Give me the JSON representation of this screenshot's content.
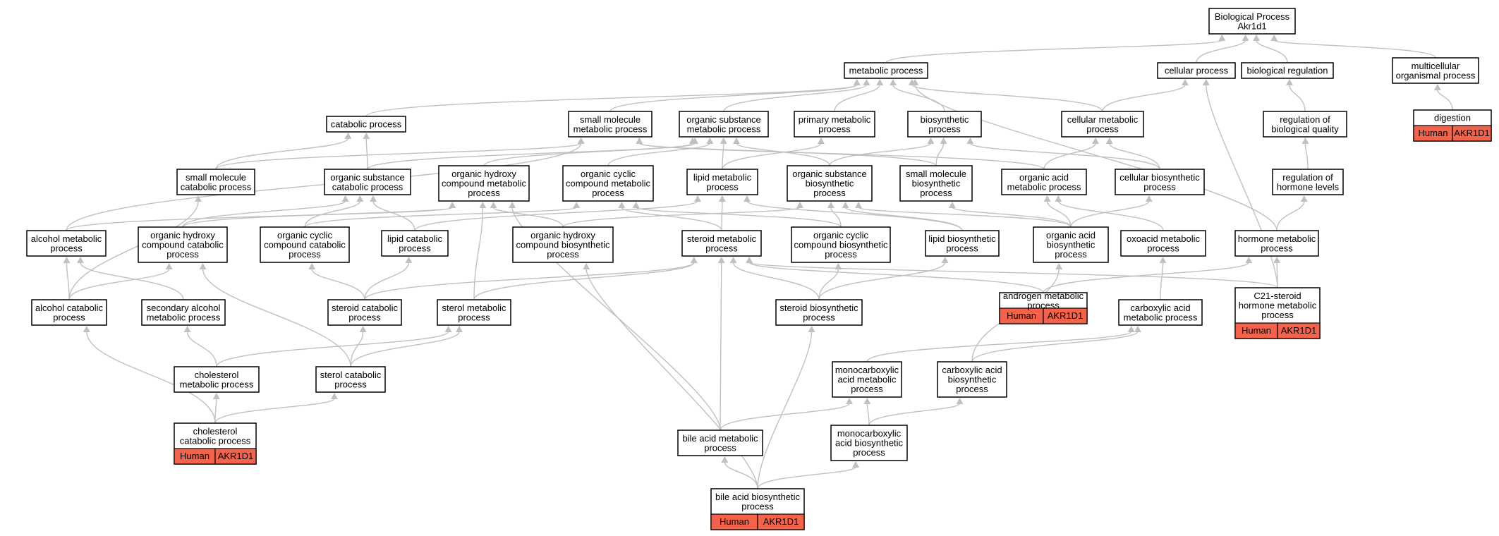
{
  "colors": {
    "edge": "#c0c0c0",
    "annotation": "#f4624a",
    "border": "#000000",
    "node_fill": "#ffffff"
  },
  "annotation_labels": {
    "species": "Human",
    "gene": "AKR1D1"
  },
  "nodes": [
    {
      "id": "bp",
      "lines": [
        "Biological Process",
        "Akr1d1"
      ]
    },
    {
      "id": "mp",
      "lines": [
        "metabolic process"
      ]
    },
    {
      "id": "cellp",
      "lines": [
        "cellular process"
      ]
    },
    {
      "id": "breg",
      "lines": [
        "biological regulation"
      ]
    },
    {
      "id": "mop",
      "lines": [
        "multicellular",
        "organismal process"
      ]
    },
    {
      "id": "dig",
      "lines": [
        "digestion"
      ],
      "annotated": true
    },
    {
      "id": "catp",
      "lines": [
        "catabolic process"
      ]
    },
    {
      "id": "smmp",
      "lines": [
        "small molecule",
        "metabolic process"
      ]
    },
    {
      "id": "osmp",
      "lines": [
        "organic substance",
        "metabolic process"
      ]
    },
    {
      "id": "pmp",
      "lines": [
        "primary metabolic",
        "process"
      ]
    },
    {
      "id": "bsp",
      "lines": [
        "biosynthetic",
        "process"
      ]
    },
    {
      "id": "cmp",
      "lines": [
        "cellular metabolic",
        "process"
      ]
    },
    {
      "id": "rbq",
      "lines": [
        "regulation of",
        "biological quality"
      ]
    },
    {
      "id": "smcp",
      "lines": [
        "small molecule",
        "catabolic process"
      ]
    },
    {
      "id": "oscp",
      "lines": [
        "organic substance",
        "catabolic process"
      ]
    },
    {
      "id": "ohcmp",
      "lines": [
        "organic hydroxy",
        "compound metabolic",
        "process"
      ]
    },
    {
      "id": "occmp",
      "lines": [
        "organic cyclic",
        "compound metabolic",
        "process"
      ]
    },
    {
      "id": "lmp",
      "lines": [
        "lipid metabolic",
        "process"
      ]
    },
    {
      "id": "osbp",
      "lines": [
        "organic substance",
        "biosynthetic",
        "process"
      ]
    },
    {
      "id": "smbp",
      "lines": [
        "small molecule",
        "biosynthetic",
        "process"
      ]
    },
    {
      "id": "oamp",
      "lines": [
        "organic acid",
        "metabolic process"
      ]
    },
    {
      "id": "cbp",
      "lines": [
        "cellular biosynthetic",
        "process"
      ]
    },
    {
      "id": "rhl",
      "lines": [
        "regulation of",
        "hormone levels"
      ]
    },
    {
      "id": "almp",
      "lines": [
        "alcohol metabolic",
        "process"
      ]
    },
    {
      "id": "ohccp",
      "lines": [
        "organic hydroxy",
        "compound catabolic",
        "process"
      ]
    },
    {
      "id": "occcp",
      "lines": [
        "organic cyclic",
        "compound catabolic",
        "process"
      ]
    },
    {
      "id": "lcp",
      "lines": [
        "lipid catabolic",
        "process"
      ]
    },
    {
      "id": "ohcbp",
      "lines": [
        "organic hydroxy",
        "compound biosynthetic",
        "process"
      ]
    },
    {
      "id": "stmp",
      "lines": [
        "steroid metabolic",
        "process"
      ]
    },
    {
      "id": "occbp",
      "lines": [
        "organic cyclic",
        "compound biosynthetic",
        "process"
      ]
    },
    {
      "id": "lbp",
      "lines": [
        "lipid biosynthetic",
        "process"
      ]
    },
    {
      "id": "oabp",
      "lines": [
        "organic acid",
        "biosynthetic",
        "process"
      ]
    },
    {
      "id": "oxmp",
      "lines": [
        "oxoacid metabolic",
        "process"
      ]
    },
    {
      "id": "hmp",
      "lines": [
        "hormone metabolic",
        "process"
      ]
    },
    {
      "id": "alcp",
      "lines": [
        "alcohol catabolic",
        "process"
      ]
    },
    {
      "id": "samp",
      "lines": [
        "secondary alcohol",
        "metabolic process"
      ]
    },
    {
      "id": "stcp",
      "lines": [
        "steroid catabolic",
        "process"
      ]
    },
    {
      "id": "srmp",
      "lines": [
        "sterol metabolic",
        "process"
      ]
    },
    {
      "id": "stbp",
      "lines": [
        "steroid biosynthetic",
        "process"
      ]
    },
    {
      "id": "anmp",
      "lines": [
        "androgen metabolic",
        "process"
      ],
      "annotated": true
    },
    {
      "id": "camp",
      "lines": [
        "carboxylic acid",
        "metabolic process"
      ]
    },
    {
      "id": "c21",
      "lines": [
        "C21-steroid",
        "hormone metabolic",
        "process"
      ],
      "annotated": true
    },
    {
      "id": "chmp",
      "lines": [
        "cholesterol",
        "metabolic process"
      ]
    },
    {
      "id": "srcp",
      "lines": [
        "sterol catabolic",
        "process"
      ]
    },
    {
      "id": "mcmp",
      "lines": [
        "monocarboxylic",
        "acid metabolic",
        "process"
      ]
    },
    {
      "id": "cabp",
      "lines": [
        "carboxylic acid",
        "biosynthetic",
        "process"
      ]
    },
    {
      "id": "chcp",
      "lines": [
        "cholesterol",
        "catabolic process"
      ],
      "annotated": true
    },
    {
      "id": "bamp",
      "lines": [
        "bile acid metabolic",
        "process"
      ]
    },
    {
      "id": "mcbp",
      "lines": [
        "monocarboxylic",
        "acid biosynthetic",
        "process"
      ]
    },
    {
      "id": "babp",
      "lines": [
        "bile acid biosynthetic",
        "process"
      ],
      "annotated": true
    }
  ],
  "edges": [
    [
      "mp",
      "bp"
    ],
    [
      "cellp",
      "bp"
    ],
    [
      "breg",
      "bp"
    ],
    [
      "mop",
      "bp"
    ],
    [
      "dig",
      "mop"
    ],
    [
      "catp",
      "mp"
    ],
    [
      "smmp",
      "mp"
    ],
    [
      "osmp",
      "mp"
    ],
    [
      "pmp",
      "mp"
    ],
    [
      "bsp",
      "mp"
    ],
    [
      "cmp",
      "mp"
    ],
    [
      "cmp",
      "cellp"
    ],
    [
      "rbq",
      "breg"
    ],
    [
      "rhl",
      "rbq"
    ],
    [
      "smcp",
      "catp"
    ],
    [
      "smcp",
      "smmp"
    ],
    [
      "oscp",
      "catp"
    ],
    [
      "oscp",
      "osmp"
    ],
    [
      "ohcmp",
      "osmp"
    ],
    [
      "occmp",
      "osmp"
    ],
    [
      "lmp",
      "osmp"
    ],
    [
      "lmp",
      "pmp"
    ],
    [
      "osbp",
      "osmp"
    ],
    [
      "osbp",
      "bsp"
    ],
    [
      "smbp",
      "smmp"
    ],
    [
      "smbp",
      "bsp"
    ],
    [
      "oamp",
      "smmp"
    ],
    [
      "oamp",
      "cmp"
    ],
    [
      "cbp",
      "cmp"
    ],
    [
      "cbp",
      "bsp"
    ],
    [
      "almp",
      "ohcmp"
    ],
    [
      "almp",
      "smmp"
    ],
    [
      "ohccp",
      "ohcmp"
    ],
    [
      "ohccp",
      "oscp"
    ],
    [
      "occcp",
      "occmp"
    ],
    [
      "occcp",
      "oscp"
    ],
    [
      "lcp",
      "lmp"
    ],
    [
      "lcp",
      "oscp"
    ],
    [
      "ohcbp",
      "ohcmp"
    ],
    [
      "ohcbp",
      "osbp"
    ],
    [
      "stmp",
      "lmp"
    ],
    [
      "stmp",
      "occmp"
    ],
    [
      "occbp",
      "occmp"
    ],
    [
      "occbp",
      "osbp"
    ],
    [
      "lbp",
      "lmp"
    ],
    [
      "lbp",
      "osbp"
    ],
    [
      "oabp",
      "oamp"
    ],
    [
      "oabp",
      "smbp"
    ],
    [
      "oabp",
      "osbp"
    ],
    [
      "oabp",
      "cbp"
    ],
    [
      "oxmp",
      "oamp"
    ],
    [
      "hmp",
      "mp"
    ],
    [
      "hmp",
      "rhl"
    ],
    [
      "alcp",
      "almp"
    ],
    [
      "alcp",
      "ohccp"
    ],
    [
      "alcp",
      "smcp"
    ],
    [
      "samp",
      "almp"
    ],
    [
      "stcp",
      "occcp"
    ],
    [
      "stcp",
      "lcp"
    ],
    [
      "stcp",
      "stmp"
    ],
    [
      "srmp",
      "stmp"
    ],
    [
      "srmp",
      "ohcmp"
    ],
    [
      "stbp",
      "stmp"
    ],
    [
      "stbp",
      "occbp"
    ],
    [
      "stbp",
      "lbp"
    ],
    [
      "anmp",
      "stmp"
    ],
    [
      "anmp",
      "hmp"
    ],
    [
      "camp",
      "oxmp"
    ],
    [
      "c21",
      "hmp"
    ],
    [
      "c21",
      "stmp"
    ],
    [
      "c21",
      "cellp"
    ],
    [
      "chmp",
      "samp"
    ],
    [
      "chmp",
      "srmp"
    ],
    [
      "srcp",
      "srmp"
    ],
    [
      "srcp",
      "stcp"
    ],
    [
      "srcp",
      "ohccp"
    ],
    [
      "mcmp",
      "camp"
    ],
    [
      "cabp",
      "camp"
    ],
    [
      "cabp",
      "oabp"
    ],
    [
      "chcp",
      "chmp"
    ],
    [
      "chcp",
      "srcp"
    ],
    [
      "chcp",
      "alcp"
    ],
    [
      "bamp",
      "mcmp"
    ],
    [
      "bamp",
      "stmp"
    ],
    [
      "bamp",
      "ohcmp"
    ],
    [
      "mcbp",
      "mcmp"
    ],
    [
      "mcbp",
      "cabp"
    ],
    [
      "babp",
      "bamp"
    ],
    [
      "babp",
      "mcbp"
    ],
    [
      "babp",
      "stbp"
    ],
    [
      "babp",
      "ohcbp"
    ]
  ]
}
